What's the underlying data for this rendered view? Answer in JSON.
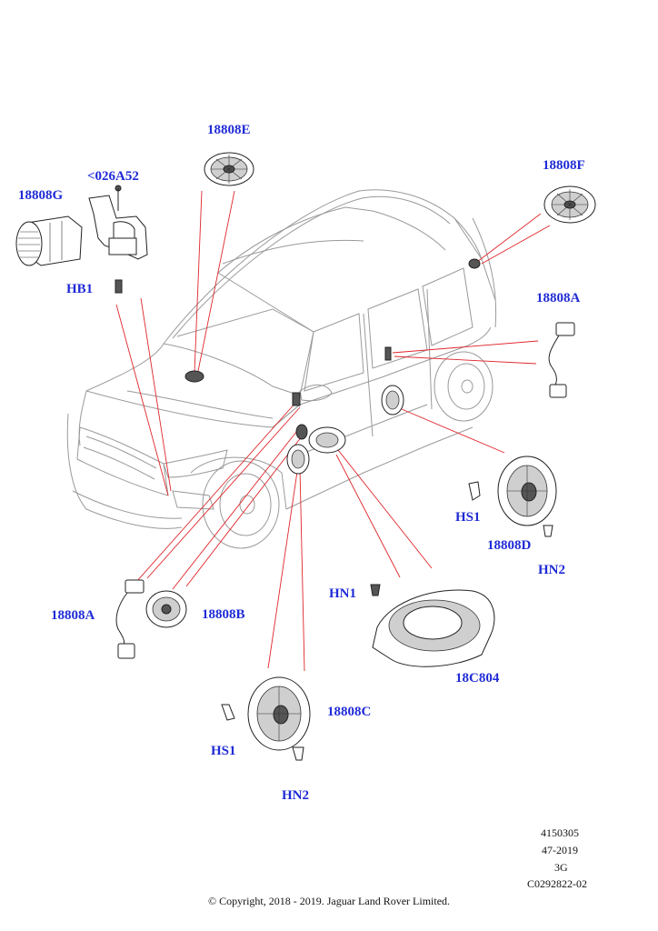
{
  "labels": {
    "l_18808E": "18808E",
    "l_18808F": "18808F",
    "l_026A52": "<026A52",
    "l_18808G": "18808G",
    "l_HB1": "HB1",
    "l_18808A_right": "18808A",
    "l_HS1_right": "HS1",
    "l_18808D": "18808D",
    "l_HN2_right": "HN2",
    "l_HN1": "HN1",
    "l_18C804": "18C804",
    "l_18808A_left": "18808A",
    "l_18808B": "18808B",
    "l_18808C": "18808C",
    "l_HS1_left": "HS1",
    "l_HN2_left": "HN2"
  },
  "meta": {
    "ref": "4150305",
    "date": "47-2019",
    "code": "3G",
    "drawing": "C0292822-02"
  },
  "copyright": "© Copyright, 2018 - 2019. Jaguar Land Rover Limited.",
  "colors": {
    "label": "#1f2bd6",
    "leader": "#e0262b",
    "car_outline": "#9a9a9a"
  }
}
